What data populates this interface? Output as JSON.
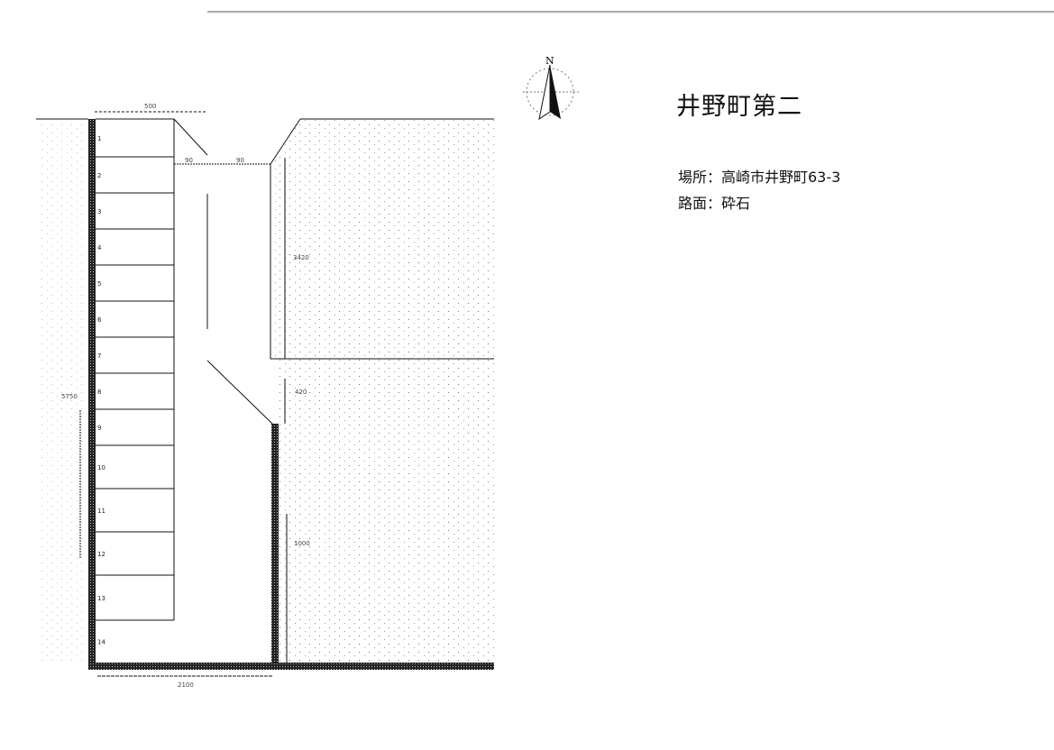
{
  "title": "井野町第二",
  "location": "場所：高崎市井野町63-3",
  "surface": "路面：砕石",
  "compass": {
    "north_label": "N"
  },
  "stalls": [
    "1",
    "2",
    "3",
    "4",
    "5",
    "6",
    "7",
    "8",
    "9",
    "10",
    "11",
    "12",
    "13",
    "14"
  ],
  "dimensions": {
    "stall_width": "500",
    "gap_left": "90",
    "gap_right": "90",
    "upper_right": "3420",
    "middle_right": "420",
    "lower_right": "1000",
    "total_length": "5750",
    "bottom_width": "2100"
  }
}
